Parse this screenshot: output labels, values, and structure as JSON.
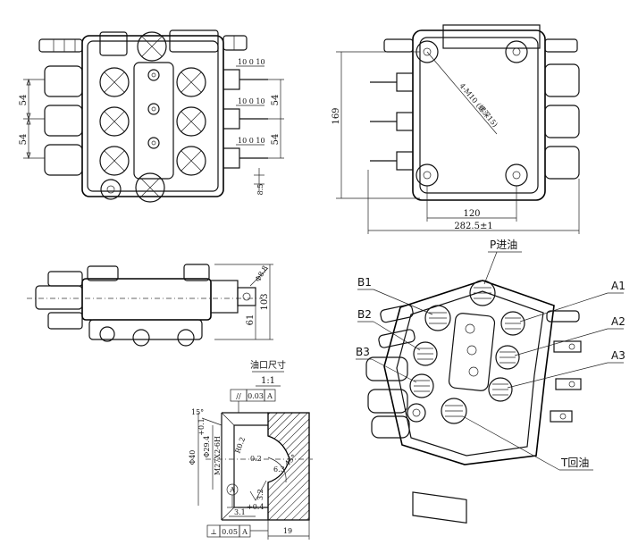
{
  "front_view": {
    "dim_left_upper": "54",
    "dim_left_lower": "54",
    "dim_right_upper": "54",
    "dim_right_lower": "54",
    "dim_spool_1": "10 0 10",
    "dim_spool_2": "10 0 10",
    "dim_spool_3": "10 0 10",
    "dim_bottom": "8.5"
  },
  "back_view": {
    "dim_height": "169",
    "mount_note": "4-M10 (螺深15)",
    "dim_bolt_spacing": "120",
    "dim_total_length": "282.5±1"
  },
  "side_view": {
    "dim_pin": "Φ8.8",
    "dim_height": "103",
    "dim_lower": "61"
  },
  "port_detail": {
    "title": "油口尺寸",
    "scale": "1:1",
    "tolerance_top": [
      "//",
      "0.03",
      "A"
    ],
    "tolerance_bottom": [
      "⊥",
      "0.05",
      "A"
    ],
    "angle_15": "15°",
    "dim_d40": "Φ40",
    "dim_d29": "Φ29.4",
    "dim_d29_tol": "+0.1",
    "thread": "M27X2-6H",
    "dim_r02": "R0.2",
    "dim_r02_small": "0.2",
    "dim_45": "45°",
    "dim_31": "3.1",
    "dim_31_tol": "+0.4",
    "dim_19": "19",
    "datum": "A",
    "roughness": "6.3",
    "roughness_2": "3.2"
  },
  "iso_view": {
    "label_p": "P进油",
    "label_b1": "B1",
    "label_b2": "B2",
    "label_b3": "B3",
    "label_a1": "A1",
    "label_a2": "A2",
    "label_a3": "A3",
    "label_t": "T回油"
  }
}
